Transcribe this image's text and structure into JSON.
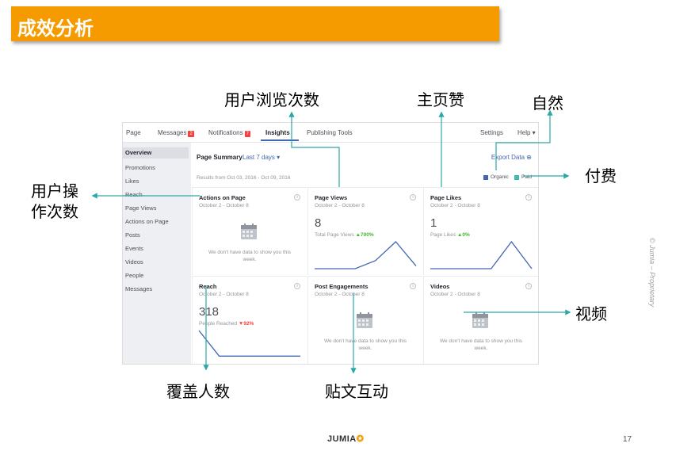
{
  "slide": {
    "title": "成效分析",
    "side_note": "© Jumia – Proprietary",
    "logo": "JUMIA",
    "page_number": "17"
  },
  "topnav": {
    "page": "Page",
    "messages": "Messages",
    "messages_badge": "2",
    "notifications": "Notifications",
    "notifications_badge": "7",
    "insights": "Insights",
    "publishing_tools": "Publishing Tools",
    "settings": "Settings",
    "help": "Help ▾"
  },
  "sidebar": {
    "items": [
      {
        "label": "Overview"
      },
      {
        "label": "Promotions"
      },
      {
        "label": "Likes"
      },
      {
        "label": "Reach"
      },
      {
        "label": "Page Views"
      },
      {
        "label": "Actions on Page"
      },
      {
        "label": "Posts"
      },
      {
        "label": "Events"
      },
      {
        "label": "Videos"
      },
      {
        "label": "People"
      },
      {
        "label": "Messages"
      }
    ]
  },
  "summary": {
    "title": "Page Summary",
    "range": "Last 7 days ▾",
    "export": "Export Data",
    "results": "Results from Oct 03, 2016 - Oct 09, 2016",
    "legend_organic": "Organic",
    "legend_paid": "Paid",
    "organic_color": "#4267b2",
    "paid_color": "#3bbfad"
  },
  "cards": {
    "actions": {
      "title": "Actions on Page",
      "date": "October 2 - October 8",
      "nodata": "We don't have data to show you this week."
    },
    "pageviews": {
      "title": "Page Views",
      "date": "October 2 - October 8",
      "value": "8",
      "sub": "Total Page Views",
      "change": "▲700%",
      "spark": [
        0,
        0,
        0,
        0.3,
        1.0,
        0.1
      ]
    },
    "pagelikes": {
      "title": "Page Likes",
      "date": "October 2 - October 8",
      "value": "1",
      "sub": "Page Likes",
      "change": "▲0%",
      "spark": [
        0,
        0,
        0,
        0,
        1.0,
        0
      ]
    },
    "reach": {
      "title": "Reach",
      "date": "October 2 - October 8",
      "value": "318",
      "sub": "People Reached",
      "change": "▼92%",
      "spark": [
        1.0,
        0.05,
        0.05,
        0.05,
        0.05,
        0.05
      ]
    },
    "engagements": {
      "title": "Post Engagements",
      "date": "October 2 - October 8",
      "nodata": "We don't have data to show you this week."
    },
    "videos": {
      "title": "Videos",
      "date": "October 2 - October 8",
      "nodata": "We don't have data to show you this week."
    }
  },
  "annotations": {
    "page_views": "用户浏览次数",
    "page_likes": "主页赞",
    "organic": "自然",
    "paid": "付费",
    "actions_line1": "用户操",
    "actions_line2": "作次数",
    "videos": "视频",
    "reach": "覆盖人数",
    "engagements": "贴文互动",
    "arrow_color": "#2aa8a8"
  }
}
